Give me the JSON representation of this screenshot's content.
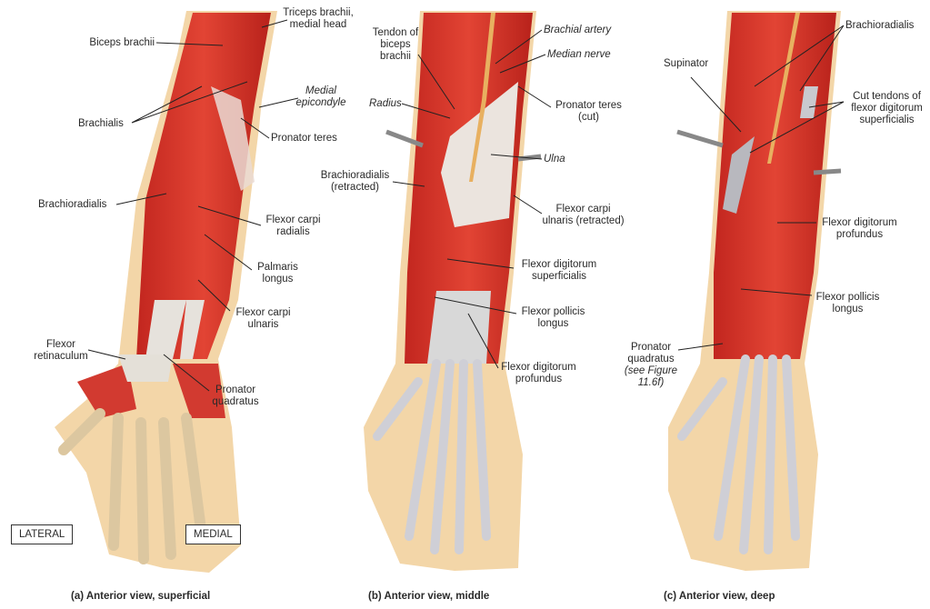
{
  "panels": [
    {
      "caption": "(a) Anterior view, superficial",
      "labels": {
        "biceps": "Biceps brachii",
        "triceps_1": "Triceps brachii,",
        "triceps_2": "medial head",
        "epicondyle_1": "Medial",
        "epicondyle_2": "epicondyle",
        "brachialis": "Brachialis",
        "pronator_teres": "Pronator teres",
        "brachioradialis": "Brachioradialis",
        "fcr_1": "Flexor carpi",
        "fcr_2": "radialis",
        "palmaris_1": "Palmaris",
        "palmaris_2": "longus",
        "fcu_1": "Flexor carpi",
        "fcu_2": "ulnaris",
        "retinaculum_1": "Flexor",
        "retinaculum_2": "retinaculum",
        "pq_1": "Pronator",
        "pq_2": "quadratus"
      },
      "orientation": {
        "lateral": "LATERAL",
        "medial": "MEDIAL"
      }
    },
    {
      "caption": "(b) Anterior view, middle",
      "labels": {
        "tendon_1": "Tendon of",
        "tendon_2": "biceps",
        "tendon_3": "brachii",
        "artery": "Brachial artery",
        "nerve": "Median nerve",
        "radius": "Radius",
        "pt_1": "Pronator teres",
        "pt_2": "(cut)",
        "ulna": "Ulna",
        "br_1": "Brachioradialis",
        "br_2": "(retracted)",
        "fcu_1": "Flexor carpi",
        "fcu_2": "ulnaris (retracted)",
        "fds_1": "Flexor digitorum",
        "fds_2": "superficialis",
        "fpl_1": "Flexor pollicis",
        "fpl_2": "longus",
        "fdp_1": "Flexor digitorum",
        "fdp_2": "profundus"
      }
    },
    {
      "caption": "(c) Anterior view, deep",
      "labels": {
        "brachioradialis": "Brachioradialis",
        "supinator": "Supinator",
        "cut_1": "Cut tendons of",
        "cut_2": "flexor digitorum",
        "cut_3": "superficialis",
        "fdp_1": "Flexor digitorum",
        "fdp_2": "profundus",
        "fpl_1": "Flexor pollicis",
        "fpl_2": "longus",
        "pq_1": "Pronator",
        "pq_2": "quadratus",
        "pq_3": "(see Figure",
        "pq_4": "11.6f)"
      }
    }
  ],
  "colors": {
    "muscle": "#d8322a",
    "muscle_dark": "#b5221c",
    "skin": "#f3d6a8",
    "tendon": "#e6e2dc",
    "bone": "#ecd3a0"
  }
}
